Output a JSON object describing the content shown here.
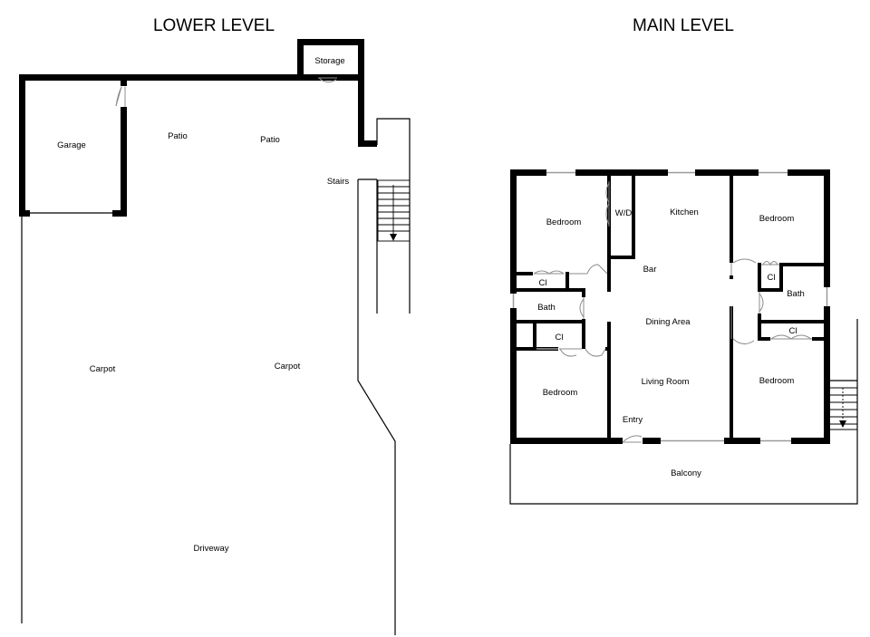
{
  "titles": {
    "lower": "LOWER LEVEL",
    "main": "MAIN LEVEL"
  },
  "lower_level": {
    "storage": "Storage",
    "garage": "Garage",
    "patio_1": "Patio",
    "patio_2": "Patio",
    "stairs": "Stairs",
    "carpot_1": "Carpot",
    "carpot_2": "Carpot",
    "driveway": "Driveway"
  },
  "main_level": {
    "bedroom_nw": "Bedroom",
    "wd": "W/D",
    "kitchen": "Kitchen",
    "bedroom_ne": "Bedroom",
    "bar": "Bar",
    "closet_w": "Cl",
    "closet_e": "Cl",
    "bath_w": "Bath",
    "bath_e": "Bath",
    "dining": "Dining Area",
    "closet_sw": "Cl",
    "closet_se": "Cl",
    "bedroom_sw": "Bedroom",
    "living": "Living Room",
    "bedroom_se": "Bedroom",
    "entry": "Entry",
    "balcony": "Balcony"
  }
}
